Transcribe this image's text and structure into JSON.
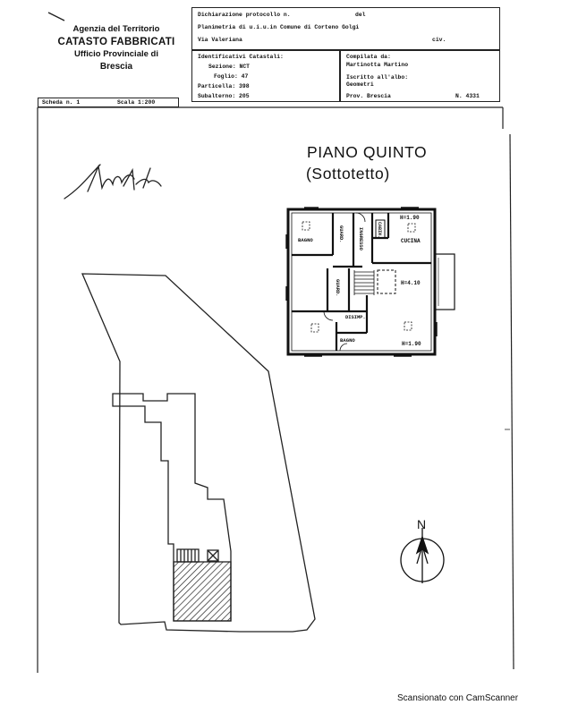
{
  "header": {
    "agency": [
      "Agenzia del Territorio",
      "CATASTO FABBRICATI",
      "Ufficio Provinciale di",
      "Brescia"
    ]
  },
  "declaration": {
    "line1": "Dichiarazione protocollo n.",
    "line1_suffix": "del",
    "line2": "Planimetria di u.i.u.in Comune di Corteno Golgi",
    "line3": "Via Valeriana",
    "line3_suffix": "civ."
  },
  "identifiers": {
    "heading": "Identificativi Catastali:",
    "sezione": "Sezione: NCT",
    "foglio": "Foglio: 47",
    "particella": "Particella: 398",
    "subalterno": "Subalterno: 205"
  },
  "compiler": {
    "heading": "Compilata da:",
    "name": "Martinotta Martino",
    "albo_heading": "Iscritto all'albo:",
    "albo": "Geometri",
    "prov": "Prov. Brescia",
    "number": "N. 4331"
  },
  "sheet": {
    "scheda": "Scheda n. 1",
    "scala": "Scala 1:200"
  },
  "plan": {
    "title_line1": "PIANO QUINTO",
    "title_line2": "(Sottotetto)",
    "rooms": {
      "bagno1": "BAGNO",
      "guard1": "GUARD.",
      "ingresso": "INGRESSO",
      "cabina": "CABIN.",
      "cucina": "CUCINA",
      "guard2": "GUARD.",
      "disimp": "DISIMP.",
      "bagno2": "BAGNO"
    },
    "heights": {
      "h1": "H=1.90",
      "h2": "H=4.10",
      "h3": "H=1.90"
    }
  },
  "compass": {
    "label": "N"
  },
  "footer": {
    "scanner": "Scansionato con CamScanner"
  }
}
